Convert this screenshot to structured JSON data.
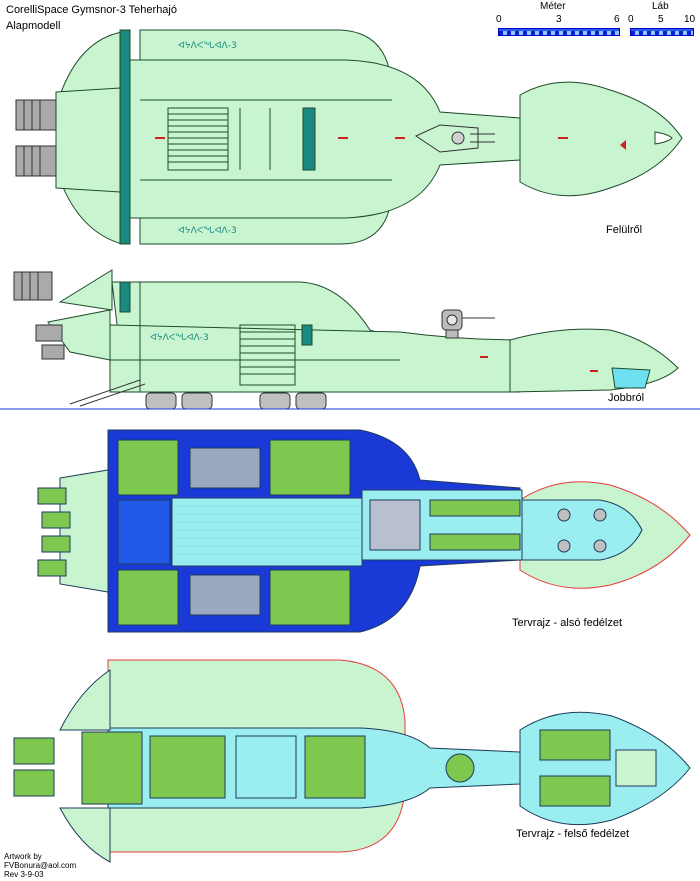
{
  "title": {
    "line1": "CorelliSpace Gymsnor-3 Teherhajó",
    "line2": "Alapmodell"
  },
  "scale": {
    "meter_label": "Méter",
    "meter_ticks": [
      "0",
      "3",
      "6"
    ],
    "foot_label": "Láb",
    "foot_ticks": [
      "0",
      "5",
      "10"
    ]
  },
  "views": {
    "top": "Felülről",
    "side": "Jobbról",
    "lower_deck": "Tervrajz - alsó fedélzet",
    "upper_deck": "Tervrajz - felső fedélzet"
  },
  "markings": {
    "hull_text": "ᐊᔭᐱᐸᖓᐊᐱ-3"
  },
  "credits": {
    "line1": "Artwork by",
    "line2": "FVBonura@aol.com",
    "line3": "Rev 3-9-03"
  },
  "colors": {
    "hull": "#c8f5d0",
    "outline": "#1e4a2a",
    "teal": "#1a8a80",
    "deck_blue": "#1a3ad8",
    "deck_cyan": "#9aeef0",
    "deck_green": "#7ec850",
    "red_outline": "#e83a3a"
  }
}
